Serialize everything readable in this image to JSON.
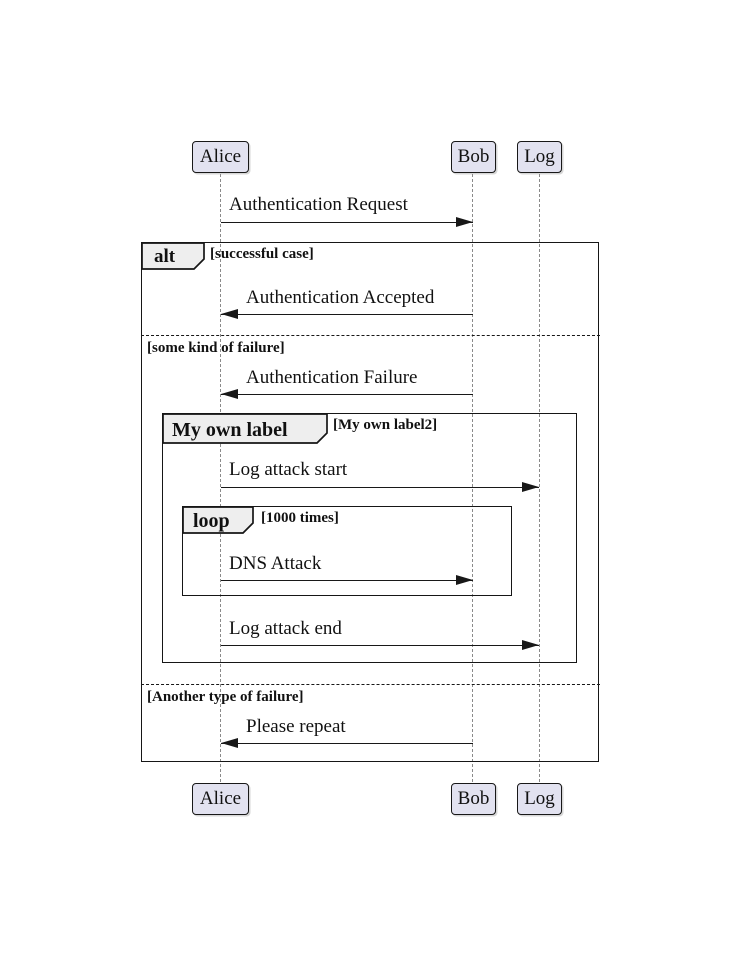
{
  "diagram": {
    "type": "sequence",
    "participants": [
      {
        "name": "Alice"
      },
      {
        "name": "Bob"
      },
      {
        "name": "Log"
      }
    ],
    "messages": [
      {
        "from": "Alice",
        "to": "Bob",
        "text": "Authentication Request",
        "direction": "right"
      },
      {
        "from": "Bob",
        "to": "Alice",
        "text": "Authentication Accepted",
        "direction": "left"
      },
      {
        "from": "Bob",
        "to": "Alice",
        "text": "Authentication Failure",
        "direction": "left"
      },
      {
        "from": "Alice",
        "to": "Log",
        "text": "Log attack start",
        "direction": "right"
      },
      {
        "from": "Alice",
        "to": "Bob",
        "text": "DNS Attack",
        "direction": "right"
      },
      {
        "from": "Alice",
        "to": "Log",
        "text": "Log attack end",
        "direction": "right"
      },
      {
        "from": "Bob",
        "to": "Alice",
        "text": "Please repeat",
        "direction": "left"
      }
    ],
    "frames": {
      "alt": {
        "label": "alt",
        "condition": "[successful case]"
      },
      "group": {
        "label": "My own label",
        "condition": "[My own label2]"
      },
      "loop": {
        "label": "loop",
        "condition": "[1000 times]"
      }
    },
    "dividers": [
      {
        "label": "[some kind of failure]"
      },
      {
        "label": "[Another type of failure]"
      }
    ]
  },
  "colors": {
    "participant_fill": "#E2E2F0",
    "frame_label_fill": "#EEEEEE",
    "line": "#181818",
    "lifeline": "#8A8A8A",
    "background": "#FFFFFF"
  }
}
